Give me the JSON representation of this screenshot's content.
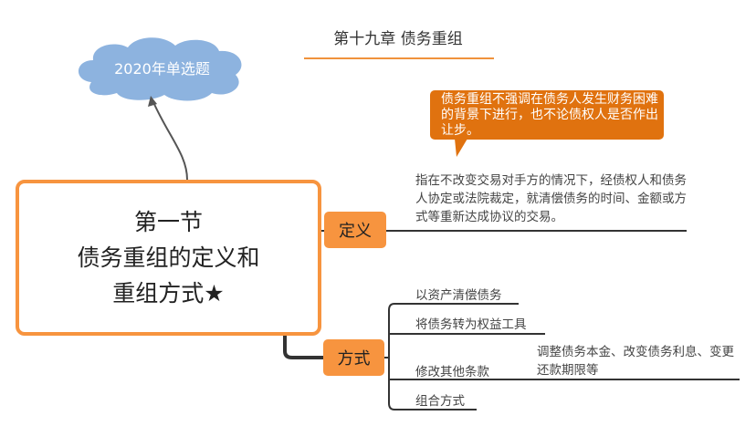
{
  "title": "第十九章 债务重组",
  "cloud": "2020年单选题",
  "main": {
    "line1": "第一节",
    "line2": "债务重组的定义和",
    "line3": "重组方式★"
  },
  "definition": {
    "label": "定义",
    "callout": "债务重组不强调在债务人发生财务困难的背景下进行，也不论债权人是否作出让步。",
    "text": "指在不改变交易对手方的情况下，经债权人和债务人协定或法院裁定，就清偿债务的时间、金额或方式等重新达成协议的交易。"
  },
  "methods": {
    "label": "方式",
    "items": [
      "以资产清偿债务",
      "将债务转为权益工具",
      "修改其他条款",
      "组合方式"
    ],
    "detail": "调整债务本金、改变债务利息、变更还款期限等"
  },
  "colors": {
    "accent": "#f7943f",
    "callout": "#e0720f",
    "cloud": "#8db3df"
  }
}
